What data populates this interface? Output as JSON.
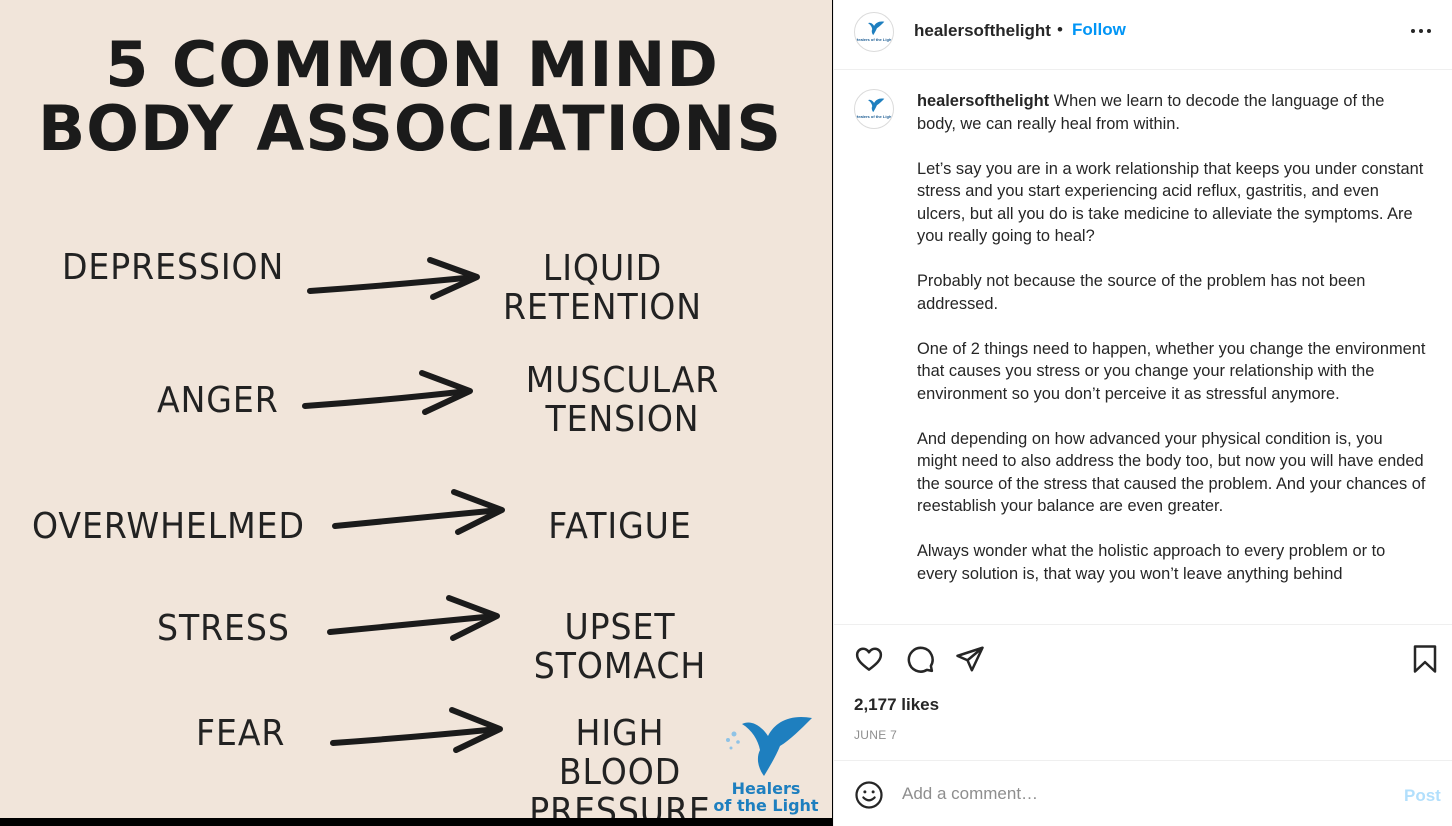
{
  "poster": {
    "title_line1": "5 COMMON MIND",
    "title_line2": "BODY ASSOCIATIONS",
    "pairs": [
      {
        "emotion": "DEPRESSION",
        "effect": [
          "LIQUID",
          "RETENTION"
        ]
      },
      {
        "emotion": "ANGER",
        "effect": [
          "MUSCULAR",
          "TENSION"
        ]
      },
      {
        "emotion": "OVERWHELMED",
        "effect": [
          "FATIGUE"
        ]
      },
      {
        "emotion": "STRESS",
        "effect": [
          "UPSET",
          "STOMACH"
        ]
      },
      {
        "emotion": "FEAR",
        "effect": [
          "HIGH",
          "BLOOD",
          "PRESSURE"
        ]
      }
    ],
    "logo_line1": "Healers",
    "logo_line2": "of the Light",
    "colors": {
      "background": "#f1e5da",
      "logo_blue": "#1e7fbf"
    }
  },
  "header": {
    "username": "healersofthelight",
    "separator": "•",
    "follow_label": "Follow",
    "avatar_text": "Healers of the Light"
  },
  "caption": {
    "username": "healersofthelight",
    "paragraphs": [
      "When we learn to decode the language of the body, we can really heal from within.",
      "Let’s say you are in a work relationship that keeps you under constant stress and you start experiencing acid reflux, gastritis, and even ulcers, but all you do is take medicine to alleviate the symptoms. Are you really going to heal?",
      "Probably not because the source of the problem has not been addressed.",
      "One of 2 things need to happen, whether you change the environment that causes you stress or you change your relationship with the environment so you don’t perceive it as stressful anymore.",
      "And depending on how advanced your physical condition is, you might need to also address the body too, but now you will have ended the source of the stress that caused the problem. And your chances of reestablish your balance are even greater.",
      "Always wonder what the holistic approach to every problem or to every solution is, that way you won’t leave anything behind"
    ]
  },
  "actions": {
    "likes": "2,177 likes",
    "date": "JUNE 7"
  },
  "comment": {
    "placeholder": "Add a comment…",
    "post_label": "Post"
  },
  "colors": {
    "accent": "#0095f6",
    "post_disabled": "#b2dffc",
    "muted": "#8e8e8e",
    "text": "#262626"
  }
}
